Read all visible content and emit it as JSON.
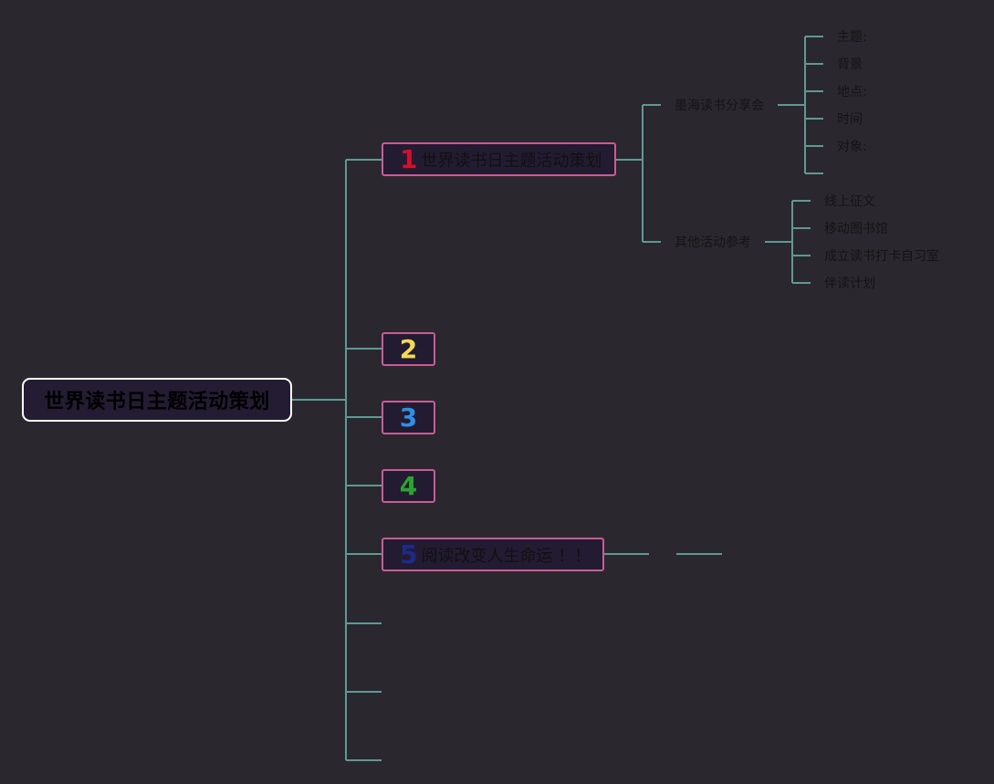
{
  "root": {
    "label": "世界读书日主题活动策划"
  },
  "branches": [
    {
      "num": "1",
      "label": "世界读书日主题活动策划"
    },
    {
      "num": "2",
      "label": ""
    },
    {
      "num": "3",
      "label": ""
    },
    {
      "num": "4",
      "label": ""
    },
    {
      "num": "5",
      "label": "阅读改变人生命运 ！！"
    }
  ],
  "branch1": {
    "groups": [
      {
        "label": "墨海读书分享会",
        "items": [
          "主题:",
          "背景",
          "地点:",
          "时间",
          "对象:",
          ""
        ]
      },
      {
        "label": "其他活动参考",
        "items": [
          "线上征文",
          "移动图书馆",
          "成立读书打卡自习室",
          "伴读计划"
        ]
      }
    ]
  },
  "colors": {
    "background": "#2b272f",
    "connector": "#5d9a93",
    "branch_border": "#c75e92",
    "root_border": "#ffffff",
    "num1": "#d3102a",
    "num2": "#f2d955",
    "num3": "#2e90e5",
    "num4": "#2ba32f",
    "num5": "#1e2a8a"
  }
}
